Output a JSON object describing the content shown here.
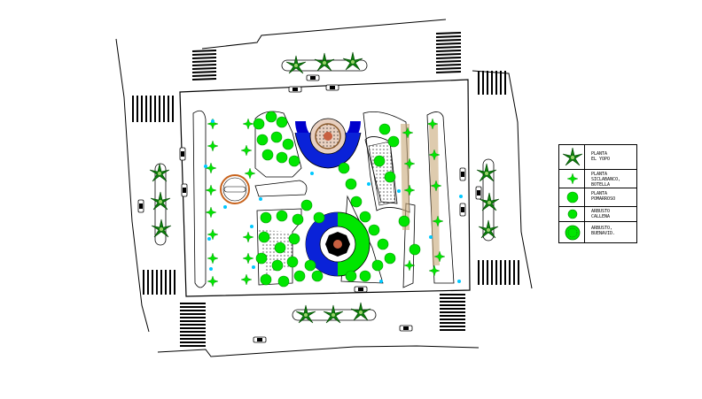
{
  "drawing": {
    "colors": {
      "line": "#000000",
      "plant_green": "#00e600",
      "palm_green": "#0a7d0a",
      "water_blue": "#0a22d8",
      "pond_fill": "#0000cc",
      "spot_cyan": "#00c8ff",
      "kiosk_orange": "#c8641e",
      "soil_brown": "#8a5a2b"
    },
    "icons": [
      "palm-tree-icon",
      "shrub-icon",
      "tree-icon",
      "car-icon",
      "crosswalk-icon",
      "fountain-icon",
      "kiosk-icon"
    ]
  },
  "legend": {
    "items": [
      {
        "icon": "palm-tree-icon",
        "label": "PLANTA\nEL YOPO"
      },
      {
        "icon": "star-shrub-icon",
        "label": "PLANTA\nSICLABANCO,\nBOTELLA"
      },
      {
        "icon": "round-tree-icon",
        "label": "PLANTA\nPOMARROSO"
      },
      {
        "icon": "bush-icon",
        "label": "ARBUSTO\nCALLENA"
      },
      {
        "icon": "textured-bush-icon",
        "label": "ARBUSTO,\nBUENAVID."
      }
    ]
  }
}
